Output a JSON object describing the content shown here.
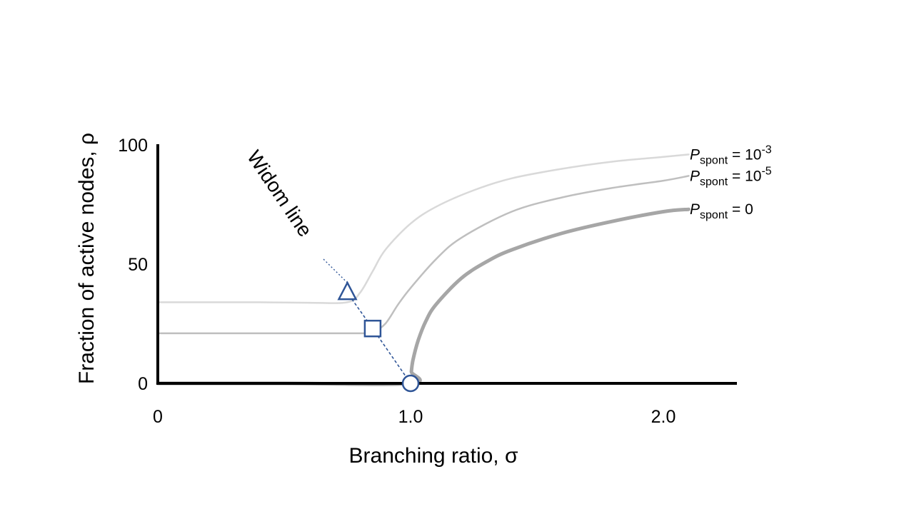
{
  "chart_data": {
    "type": "line",
    "xlabel": "Branching ratio, σ",
    "ylabel": "Fraction of active nodes, ρ",
    "xlim": [
      0,
      2.3
    ],
    "ylim": [
      0,
      100
    ],
    "x_ticks": [
      {
        "value": 0,
        "label": "0"
      },
      {
        "value": 1.0,
        "label": "1.0"
      },
      {
        "value": 2.0,
        "label": "2.0"
      }
    ],
    "y_ticks": [
      {
        "value": 0,
        "label": "0"
      },
      {
        "value": 50,
        "label": "50"
      },
      {
        "value": 100,
        "label": "100"
      }
    ],
    "grid": false,
    "series": [
      {
        "name_parts": {
          "p": "P",
          "sub": "spont",
          "eq": " = 10",
          "sup": "-3"
        },
        "color": "#d9d9d9",
        "points": [
          [
            0,
            34
          ],
          [
            0.2,
            34
          ],
          [
            0.4,
            34
          ],
          [
            0.6,
            33.8
          ],
          [
            0.75,
            34
          ],
          [
            0.8,
            38
          ],
          [
            0.85,
            47
          ],
          [
            0.9,
            56
          ],
          [
            1.0,
            67
          ],
          [
            1.1,
            74
          ],
          [
            1.25,
            81
          ],
          [
            1.4,
            86
          ],
          [
            1.6,
            90
          ],
          [
            1.8,
            93
          ],
          [
            2.0,
            95
          ],
          [
            2.1,
            96
          ]
        ]
      },
      {
        "name_parts": {
          "p": "P",
          "sub": "spont",
          "eq": " = 10",
          "sup": "-5"
        },
        "color": "#bfbfbf",
        "points": [
          [
            0,
            21
          ],
          [
            0.3,
            21
          ],
          [
            0.6,
            21
          ],
          [
            0.8,
            21
          ],
          [
            0.85,
            21.5
          ],
          [
            0.9,
            25
          ],
          [
            0.95,
            33
          ],
          [
            1.0,
            40
          ],
          [
            1.1,
            52
          ],
          [
            1.2,
            61
          ],
          [
            1.4,
            72
          ],
          [
            1.6,
            78
          ],
          [
            1.8,
            82
          ],
          [
            2.0,
            85
          ],
          [
            2.1,
            87
          ]
        ]
      },
      {
        "name_parts": {
          "p": "P",
          "sub": "spont",
          "eq": " = 0",
          "sup": ""
        },
        "color": "#a6a6a6",
        "thick": true,
        "points": [
          [
            0,
            0
          ],
          [
            0.5,
            0
          ],
          [
            1.0,
            0
          ],
          [
            1.003,
            5
          ],
          [
            1.01,
            10
          ],
          [
            1.03,
            18
          ],
          [
            1.06,
            26
          ],
          [
            1.1,
            33
          ],
          [
            1.2,
            44
          ],
          [
            1.3,
            51
          ],
          [
            1.4,
            56
          ],
          [
            1.6,
            63
          ],
          [
            1.8,
            68
          ],
          [
            2.0,
            72
          ],
          [
            2.1,
            73
          ]
        ]
      }
    ],
    "widom_line": {
      "label": "Widom line",
      "color": "#2f5597",
      "points": [
        [
          1.0,
          0
        ],
        [
          0.85,
          23
        ],
        [
          0.75,
          38
        ]
      ]
    },
    "markers": [
      {
        "shape": "circle",
        "x": 1.0,
        "y": 0
      },
      {
        "shape": "square",
        "x": 0.85,
        "y": 23
      },
      {
        "shape": "triangle",
        "x": 0.75,
        "y": 38
      }
    ]
  }
}
